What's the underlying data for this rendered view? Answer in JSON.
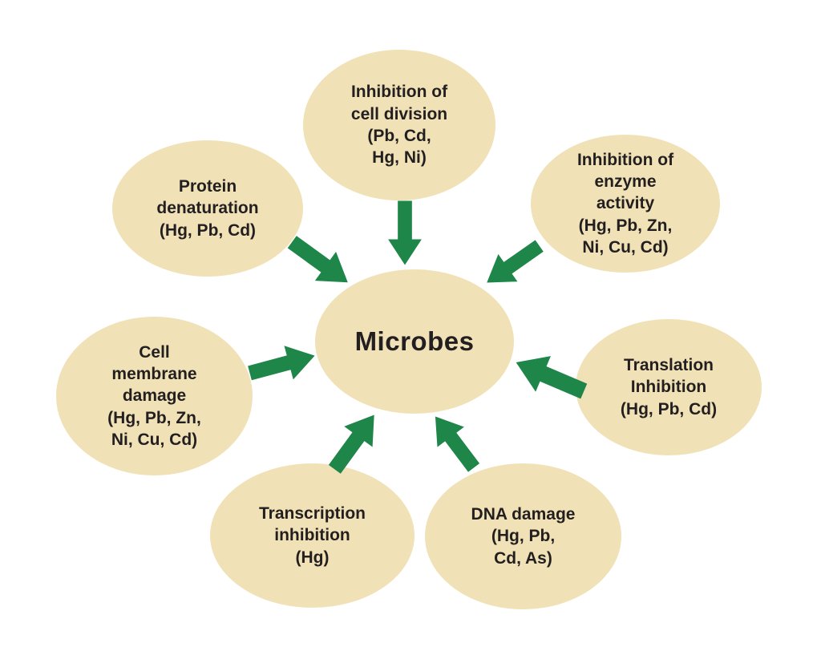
{
  "diagram": {
    "center": {
      "label": "Microbes"
    },
    "nodes": {
      "cell_division": {
        "text": "Inhibition of\ncell division\n(Pb, Cd,\nHg, Ni)"
      },
      "enzyme_activity": {
        "text": "Inhibition of\nenzyme\nactivity\n(Hg, Pb, Zn,\nNi, Cu, Cd)"
      },
      "translation": {
        "text": "Translation\nInhibition\n(Hg, Pb, Cd)"
      },
      "dna_damage": {
        "text": "DNA damage\n(Hg, Pb,\nCd, As)"
      },
      "transcription": {
        "text": "Transcription\ninhibition\n(Hg)"
      },
      "cell_membrane": {
        "text": "Cell\nmembrane\ndamage\n(Hg, Pb, Zn,\nNi, Cu, Cd)"
      },
      "protein": {
        "text": "Protein\ndenaturation\n(Hg, Pb, Cd)"
      }
    },
    "colors": {
      "ellipse_fill": "#F0E2B6",
      "arrow": "#1E8649",
      "text": "#231F20",
      "background": "#FFFFFF"
    }
  }
}
